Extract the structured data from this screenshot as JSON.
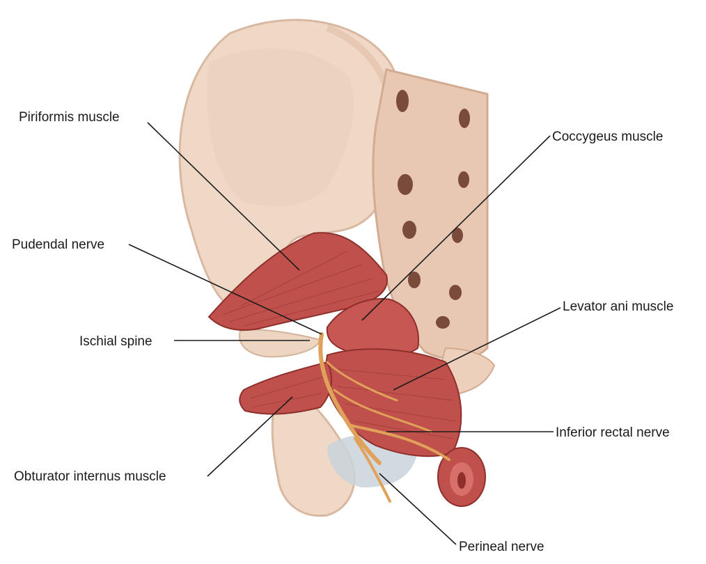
{
  "labels": {
    "piriformis": "Piriformis muscle",
    "coccygeus": "Coccygeus muscle",
    "pudendal": "Pudendal nerve",
    "levator": "Levator ani muscle",
    "ischial_spine": "Ischial spine",
    "inferior_rectal": "Inferior rectal nerve",
    "obturator": "Obturator internus muscle",
    "perineal": "Perineal nerve"
  },
  "colors": {
    "bone": "#f0d8c6",
    "bone_shadow": "#d9b8a1",
    "sacrum": "#e8c8b2",
    "foramen": "#7a4a3a",
    "muscle": "#c0504b",
    "muscle_dark": "#8e2f2c",
    "muscle_light": "#d8706a",
    "nerve": "#e0a25a",
    "ligament": "#c9d3dc"
  }
}
